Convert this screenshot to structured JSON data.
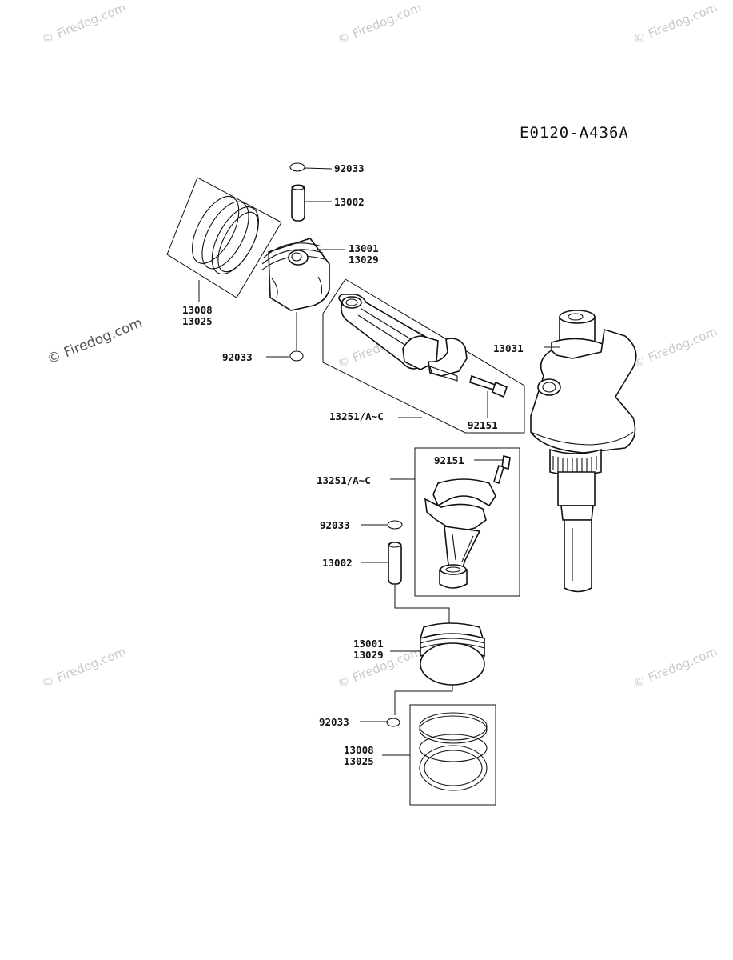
{
  "diagram_code": "E0120-A436A",
  "watermark": "© Firedog.com",
  "labels": {
    "clip_top": "92033",
    "pin_top": "13002",
    "piston_top_a": "13001",
    "piston_top_b": "13029",
    "rings_top_a": "13008",
    "rings_top_b": "13025",
    "clip_top_lower": "92033",
    "crankshaft": "13031",
    "rod_top": "13251/A~C",
    "bolt_top": "92151",
    "bolt_bottom": "92151",
    "rod_bottom": "13251/A~C",
    "clip_bottom": "92033",
    "pin_bottom": "13002",
    "piston_bottom_a": "13001",
    "piston_bottom_b": "13029",
    "clip_bottom_lower": "92033",
    "rings_bottom_a": "13008",
    "rings_bottom_b": "13025"
  }
}
